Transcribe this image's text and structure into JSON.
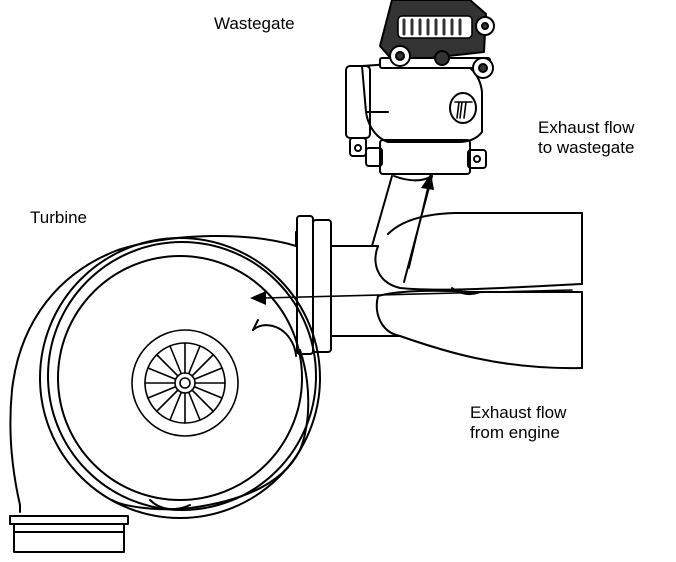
{
  "labels": {
    "wastegate": "Wastegate",
    "turbine": "Turbine",
    "exhaust_to_wastegate": [
      "Exhaust flow",
      "to wastegate"
    ],
    "exhaust_from_engine": [
      "Exhaust flow",
      "from engine"
    ]
  },
  "colors": {
    "ink": "#000000",
    "background": "#ffffff",
    "actuator_dark": "#333333"
  }
}
